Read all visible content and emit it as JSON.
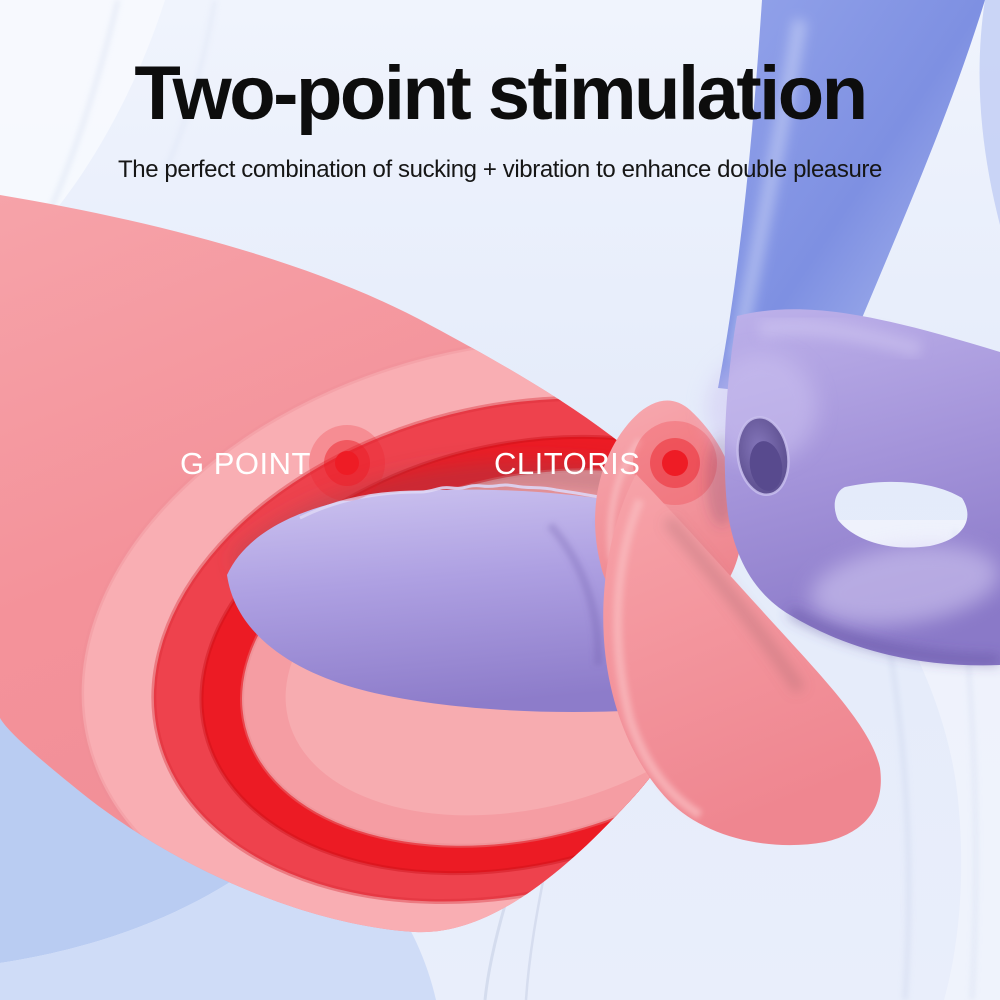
{
  "header": {
    "title": "Two-point stimulation",
    "subtitle": "The perfect combination of sucking + vibration to enhance double pleasure"
  },
  "labels": {
    "g_point": "G POINT",
    "clitoris": "CLITORIS"
  },
  "markers": {
    "g_point_color": "#ee1c25",
    "clitoris_color": "#ee1c25"
  },
  "colors": {
    "title_text": "#0d0d0d",
    "subtitle_text": "#161616",
    "label_text": "#ffffff",
    "background_blue": "#e9eefb",
    "ribbon_blue": "#8d9ee8",
    "arc_blue": "#b9ccf2",
    "tissue_outer_pink": "#f5949c",
    "tissue_light_pink": "#f9aeb3",
    "tissue_mid_red": "#ee424d",
    "tissue_bright_red": "#ec1b24",
    "tissue_inner_pink": "#f59da3",
    "device_purple": "#a796dc",
    "device_hole_purple": "#5e5196"
  }
}
